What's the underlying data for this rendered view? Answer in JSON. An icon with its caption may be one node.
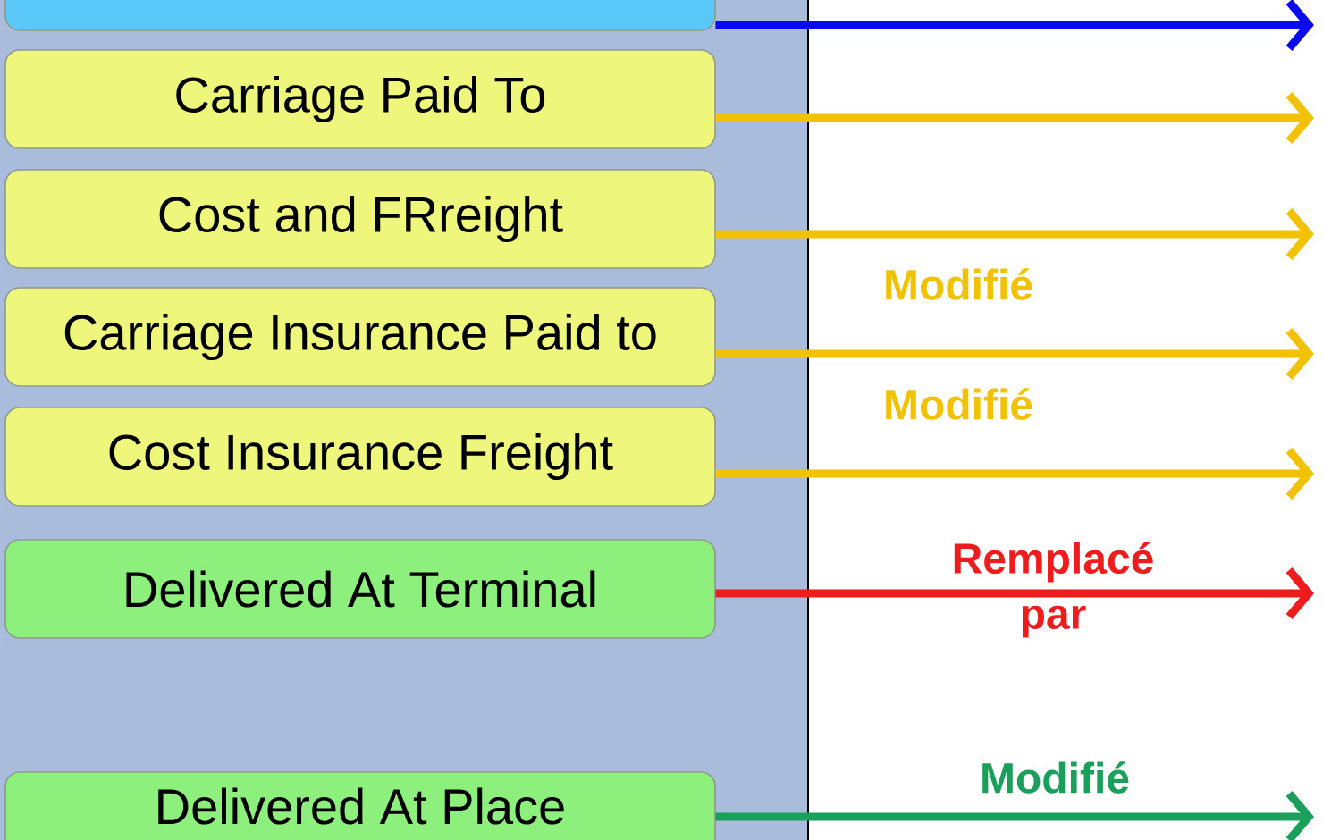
{
  "diagram": {
    "nodes": [
      {
        "text": [],
        "shape": "box"
      },
      {
        "text": [
          "Carriage Paid To"
        ]
      },
      {
        "text": [
          "Cost and FRreight"
        ]
      },
      {
        "text": [
          "Carriage Insurance Paid to"
        ]
      },
      {
        "text": [
          "Cost Insurance Freight"
        ]
      },
      {
        "text": [
          "Delivered At Terminal"
        ]
      },
      {
        "text": [
          "Delivered At Place"
        ]
      }
    ],
    "edges": [
      {
        "from": 0,
        "to": null,
        "arrow": "to",
        "color": "#0a0aee"
      },
      {
        "from": 1,
        "to": null,
        "arrow": "to"
      },
      {
        "from": 2,
        "to": null,
        "arrow": "to"
      },
      {
        "from": 3,
        "to": null,
        "arrow": "to",
        "label": "Modifié"
      },
      {
        "from": 4,
        "to": null,
        "arrow": "to",
        "label": "Modifié"
      },
      {
        "from": 5,
        "to": null,
        "arrow": "to",
        "label": "Remplacé par",
        "color": "#ee1c1c"
      },
      {
        "from": 6,
        "to": null,
        "arrow": "to",
        "label": "Modifié",
        "color": "#1aa05a"
      }
    ]
  }
}
